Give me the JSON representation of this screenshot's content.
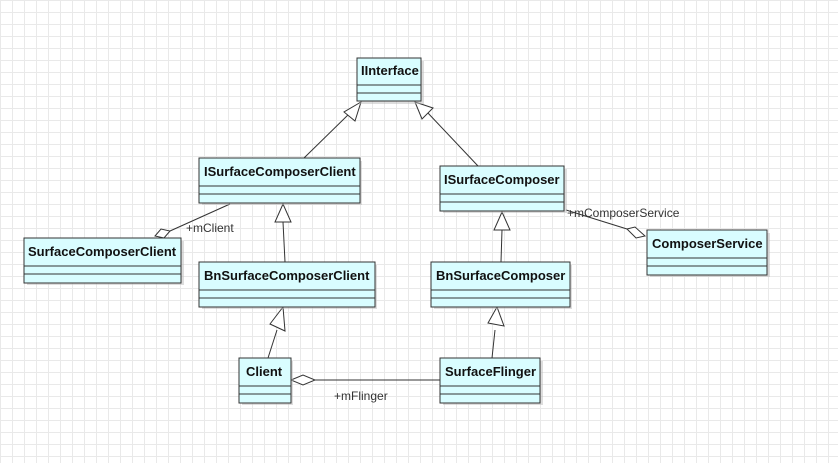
{
  "diagram": {
    "classes": {
      "iinterface": "IInterface",
      "isurface_composer_client": "ISurfaceComposerClient",
      "isurface_composer": "ISurfaceComposer",
      "surface_composer_client": "SurfaceComposerClient",
      "bn_surface_composer_client": "BnSurfaceComposerClient",
      "bn_surface_composer": "BnSurfaceComposer",
      "composer_service": "ComposerService",
      "client": "Client",
      "surface_flinger": "SurfaceFlinger"
    },
    "association_labels": {
      "m_client": "+mClient",
      "m_composer_service": "+mComposerService",
      "m_flinger": "+mFlinger"
    },
    "relations": [
      {
        "type": "generalization",
        "from": "ISurfaceComposerClient",
        "to": "IInterface"
      },
      {
        "type": "generalization",
        "from": "ISurfaceComposer",
        "to": "IInterface"
      },
      {
        "type": "generalization",
        "from": "BnSurfaceComposerClient",
        "to": "ISurfaceComposerClient"
      },
      {
        "type": "generalization",
        "from": "BnSurfaceComposer",
        "to": "ISurfaceComposer"
      },
      {
        "type": "generalization",
        "from": "Client",
        "to": "BnSurfaceComposerClient"
      },
      {
        "type": "generalization",
        "from": "SurfaceFlinger",
        "to": "BnSurfaceComposer"
      },
      {
        "type": "aggregation",
        "whole": "SurfaceComposerClient",
        "part": "ISurfaceComposerClient",
        "role": "+mClient"
      },
      {
        "type": "aggregation",
        "whole": "ComposerService",
        "part": "ISurfaceComposer",
        "role": "+mComposerService"
      },
      {
        "type": "aggregation",
        "whole": "Client",
        "part": "SurfaceFlinger",
        "role": "+mFlinger"
      }
    ],
    "colors": {
      "class_fill": "#d9fdff",
      "stroke": "#333333",
      "grid": "#e9e9e9",
      "background": "#ffffff"
    }
  }
}
